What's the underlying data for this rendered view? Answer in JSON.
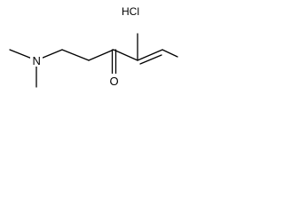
{
  "structure": {
    "salt": "HCl",
    "atoms": {
      "nitrogen": "N",
      "oxygen": "O"
    }
  }
}
